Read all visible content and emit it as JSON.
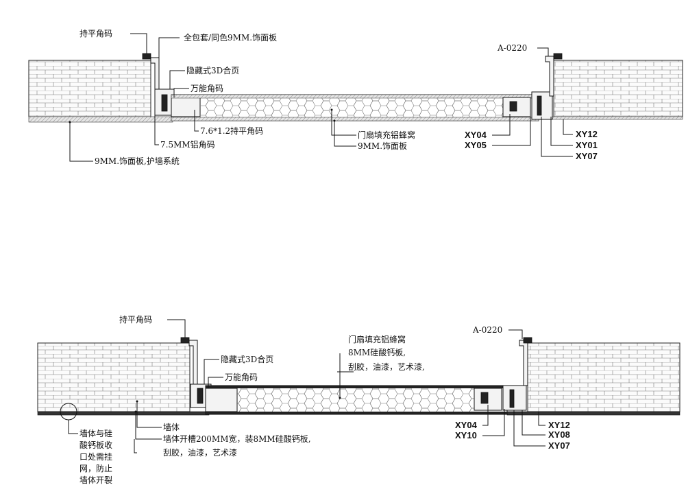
{
  "top": {
    "labels": {
      "chi_ping_jiao_ma": "持平角码",
      "quan_bao_tao": "全包套/同色9MM.饰面板",
      "a0220": "A-0220",
      "yin_cang_shi": "隐藏式3D合页",
      "wan_neng_jiao_ma": "万能角码",
      "chi_ping_76": "7.6*1.2持平角码",
      "lv_jiao_ma": "7.5MM铝角码",
      "men_shan_tian_chong": "门扇填充铝蜂窝",
      "shi_mian_ban": "9MM.饰面板",
      "hu_qiang": "9MM.饰面板,护墙系统",
      "xy04": "XY04",
      "xy05": "XY05",
      "xy12": "XY12",
      "xy01": "XY01",
      "xy07": "XY07"
    }
  },
  "bottom": {
    "labels": {
      "chi_ping_jiao_ma": "持平角码",
      "a0220": "A-0220",
      "men_shan_line1": "门扇填充铝蜂窝",
      "men_shan_line2": "8MM硅酸钙板,",
      "men_shan_line3": "刮胶，油漆，艺术漆,",
      "yin_cang_shi": "隐藏式3D合页",
      "wan_neng_jiao_ma": "万能角码",
      "qiang_ti": "墙体",
      "kai_cao": "墙体开槽200MM宽，装8MM硅酸钙板,",
      "gua_jiao": "刮胶，油漆，艺术漆",
      "note_line1": "墙体与硅",
      "note_line2": "酸钙板收",
      "note_line3": "口处需挂",
      "note_line4": "网，防止",
      "note_line5": "墙体开裂",
      "xy04": "XY04",
      "xy10": "XY10",
      "xy12": "XY12",
      "xy08": "XY08",
      "xy07": "XY07"
    }
  }
}
